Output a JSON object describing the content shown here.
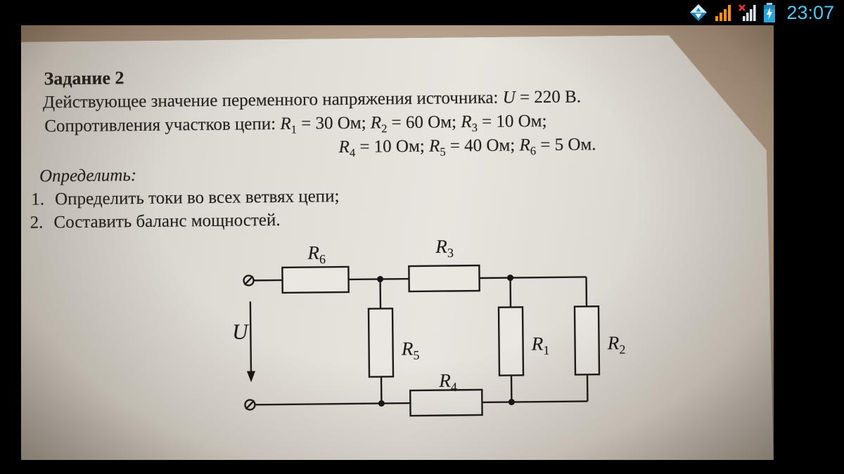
{
  "status_bar": {
    "time": "23:07",
    "icons": [
      "network-mode-icon",
      "signal-strength-icon",
      "signal-no-sim-icon",
      "battery-charging-icon"
    ]
  },
  "document": {
    "title": "Задание 2",
    "voltage_line": {
      "prefix": "Действующее значение переменного напряжения источника:  ",
      "u": "U",
      "value": " = 220 В."
    },
    "res_line1": {
      "prefix": "Сопротивления участков цепи:  ",
      "r1": "R",
      "r1s": "1",
      "v1": " = 30 Ом;  ",
      "r2": "R",
      "r2s": "2",
      "v2": " = 60 Ом; ",
      "r3": "R",
      "r3s": "3",
      "v3": " = 10 Ом;"
    },
    "res_line2": {
      "r4": "R",
      "r4s": "4",
      "v4": " = 10 Ом;  ",
      "r5": "R",
      "r5s": "5",
      "v5": " = 40 Ом; ",
      "r6": "R",
      "r6s": "6",
      "v6": " = 5 Ом."
    },
    "determine_label": "Определить:",
    "items": [
      {
        "num": "1.",
        "text": "Определить токи во всех ветвях цепи;"
      },
      {
        "num": "2.",
        "text": "Составить баланс мощностей."
      }
    ]
  },
  "circuit": {
    "source_label": "U",
    "labels": {
      "r6": {
        "base": "R",
        "sub": "6"
      },
      "r3": {
        "base": "R",
        "sub": "3"
      },
      "r5": {
        "base": "R",
        "sub": "5"
      },
      "r4": {
        "base": "R",
        "sub": "4"
      },
      "r1": {
        "base": "R",
        "sub": "1"
      },
      "r2": {
        "base": "R",
        "sub": "2"
      }
    }
  },
  "colors": {
    "status_time_blue": "#53c5f0",
    "signal_orange": "#ff9100",
    "battery_blue": "#2aa4d6",
    "paper": "#e3e0da",
    "photo_background": "#b5a08b"
  }
}
